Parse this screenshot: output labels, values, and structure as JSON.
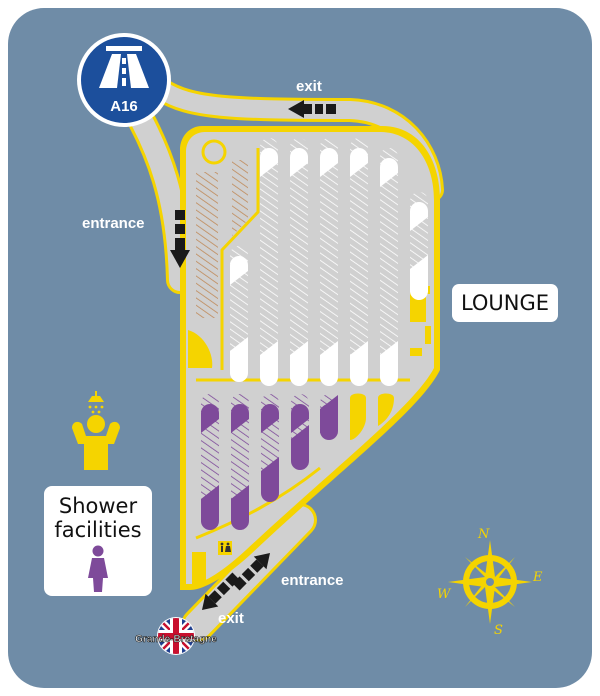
{
  "motorway": {
    "label": "A16",
    "icon": "motorway-icon"
  },
  "labels": {
    "exit_top": "exit",
    "entrance_left": "entrance",
    "entrance_bottom": "entrance",
    "exit_bottom": "exit",
    "lounge": "LOUNGE",
    "shower_line1": "Shower",
    "shower_line2": "facilities",
    "destination": "Grande-Bretagne"
  },
  "compass": {
    "n": "N",
    "e": "E",
    "s": "S",
    "w": "W"
  },
  "colors": {
    "background": "#6f8ca7",
    "road": "#f5d400",
    "lane": "#d0d0d0",
    "car_bay": "#ffffff",
    "truck_bay": "#7e4a9a",
    "reserved_bay": "#c08a58",
    "motorway_badge": "#1c4f9c",
    "label_bg": "#ffffff"
  },
  "icons": [
    "motorway-icon",
    "shower-icon",
    "person-icon",
    "toilet-icon",
    "uk-flag-icon",
    "compass-icon",
    "arrow-icon"
  ]
}
